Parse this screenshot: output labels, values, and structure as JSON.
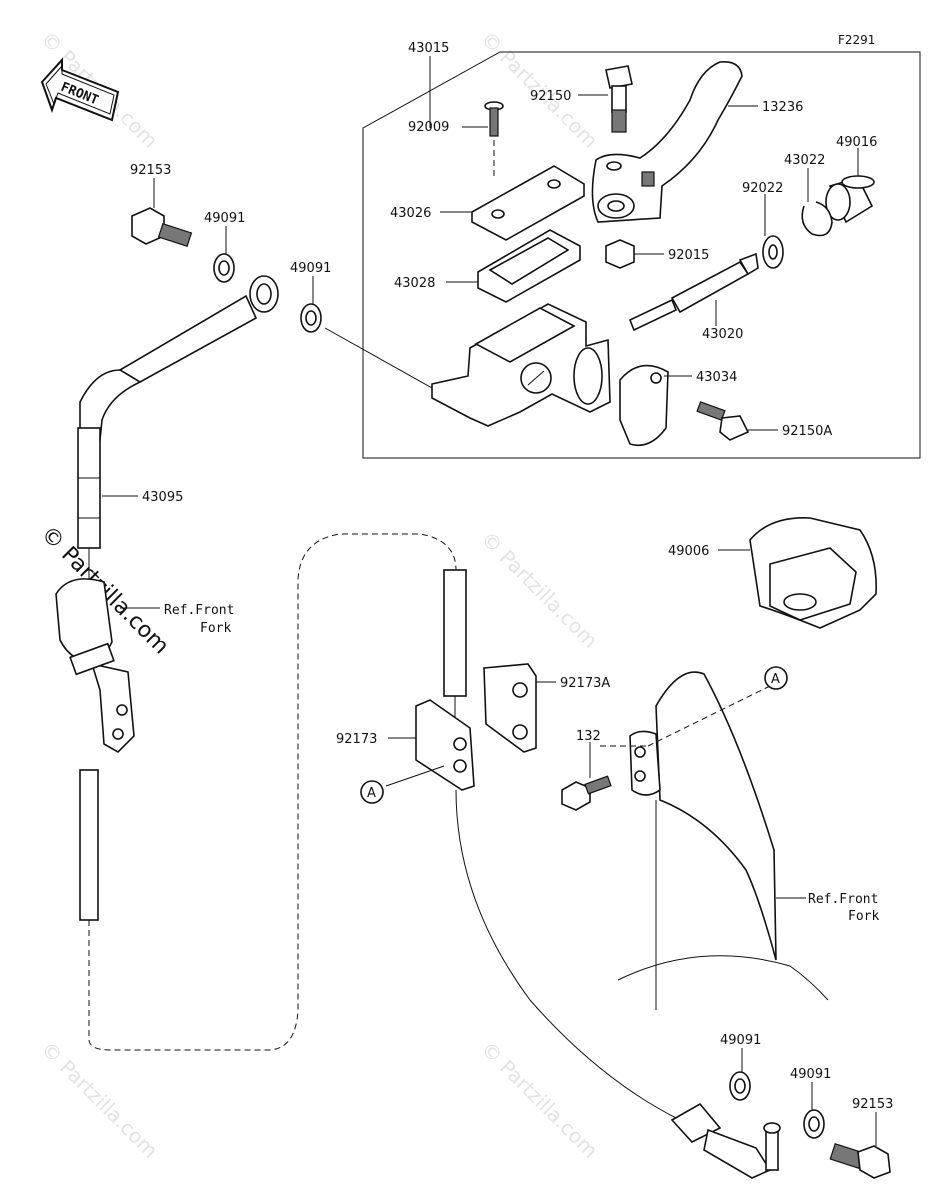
{
  "figure_code": "F2291",
  "front_label": "FRONT",
  "callout_marker": "A",
  "watermark_text": "© Partzilla.com",
  "parts": {
    "p43015": "43015",
    "p92150": "92150",
    "p13236": "13236",
    "p92009": "92009",
    "p49016": "49016",
    "p43022": "43022",
    "p92022": "92022",
    "p43026": "43026",
    "p92015": "92015",
    "p43028": "43028",
    "p43020": "43020",
    "p43034": "43034",
    "p92150A": "92150A",
    "p92153_top": "92153",
    "p49091_a": "49091",
    "p49091_b": "49091",
    "p43095": "43095",
    "p49006": "49006",
    "p92173A": "92173A",
    "p92173": "92173",
    "p132": "132",
    "p49091_c": "49091",
    "p49091_d": "49091",
    "p92153_bottom": "92153"
  },
  "ref_front_fork": {
    "line1": "Ref.Front",
    "line2": "Fork"
  }
}
